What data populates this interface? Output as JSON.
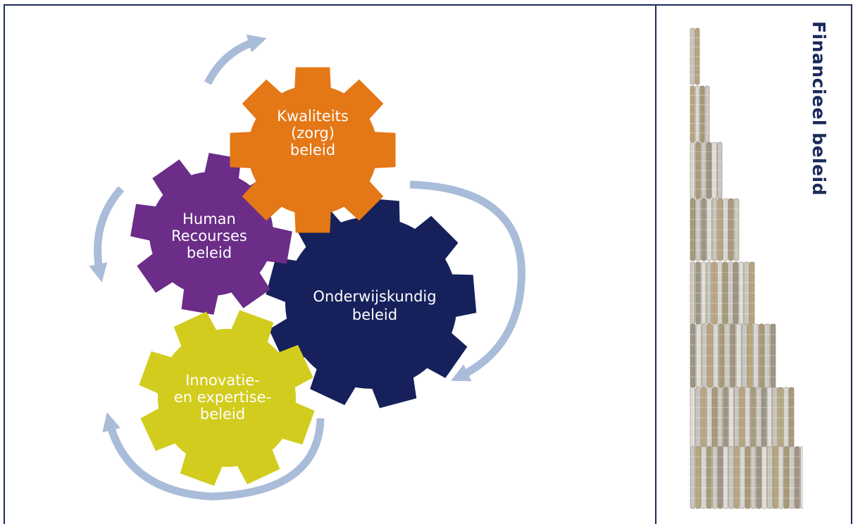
{
  "gears": [
    {
      "id": "kwaliteit",
      "lines": [
        "Kwaliteits",
        "(zorg)",
        "beleid"
      ],
      "color": "#e47716"
    },
    {
      "id": "hr",
      "lines": [
        "Human",
        "Recourses",
        "beleid"
      ],
      "color": "#6b2d88"
    },
    {
      "id": "onderwijs",
      "lines": [
        "Onderwijskundig",
        "beleid"
      ],
      "color": "#16215b"
    },
    {
      "id": "innovatie",
      "lines": [
        "Innovatie-",
        "en expertise-",
        "beleid"
      ],
      "color": "#d2cc1e"
    }
  ],
  "arrow_color": "#a9bcd9",
  "side_panel": {
    "title": "Financieel beleid",
    "title_color": "#1b2a5c",
    "image": "stacked-coins-icon"
  }
}
